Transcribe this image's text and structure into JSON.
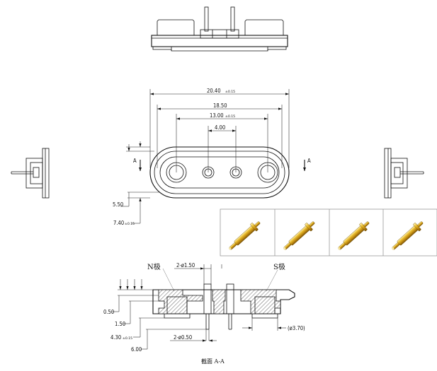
{
  "dimensions": {
    "overall_length": "20.40",
    "overall_length_tol": "±0.15",
    "inner_length": "18.50",
    "hole_span": "13.00",
    "hole_span_tol": "±0.15",
    "center_pitch": "4.00",
    "height": "5.50",
    "total_height": "7.40",
    "total_height_tol": "±0.15"
  },
  "section_dimensions": {
    "hole_dia": "2-ø1.50",
    "pin_dia": "2-ø0.50",
    "top_thickness": "0.50",
    "depth": "1.50",
    "body_depth": "4.30",
    "body_depth_tol": "±0.15",
    "pin_length": "6.00",
    "pogo_dia": "(ø3.70)"
  },
  "section_marks": {
    "left": "A",
    "right": "A"
  },
  "labels": {
    "n_pole": "N极",
    "s_pole": "S极"
  },
  "caption": "截面 A-A",
  "photos": {
    "count": 4,
    "pin_color": "#d8a51c"
  }
}
